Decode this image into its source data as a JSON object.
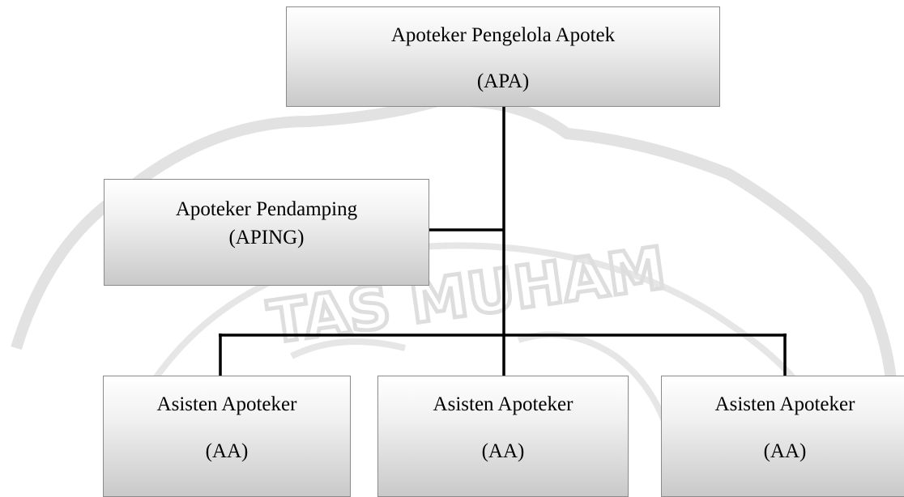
{
  "diagram": {
    "root": {
      "name": "Apoteker Pengelola Apotek",
      "abbr": "(APA)"
    },
    "side": {
      "name": "Apoteker Pendamping",
      "abbr": "(APING)"
    },
    "children": [
      {
        "name": "Asisten Apoteker",
        "abbr": "(AA)"
      },
      {
        "name": "Asisten Apoteker",
        "abbr": "(AA)"
      },
      {
        "name": "Asisten Apoteker",
        "abbr": "(AA)"
      }
    ]
  },
  "watermark": {
    "text": "TAS MUHAM",
    "color": "#e2e2e2"
  },
  "colors": {
    "box_border": "#8a8a8a",
    "box_top": "#ffffff",
    "box_bottom": "#c9c9c9",
    "connector": "#000000"
  }
}
